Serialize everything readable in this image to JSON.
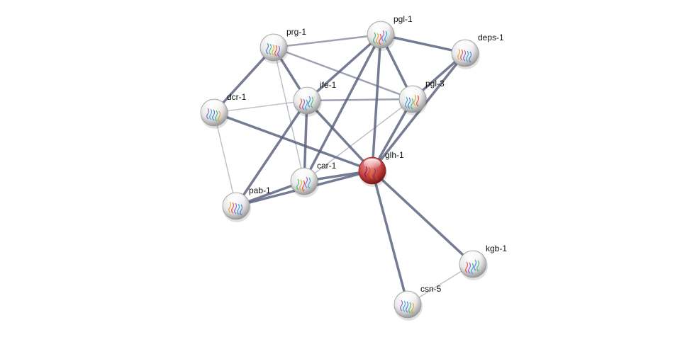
{
  "network": {
    "query_node": "glh-1",
    "colors": {
      "edge": "#5c6480",
      "node": "#e6e6e6",
      "query_node": "#c23a3a"
    },
    "nodes": [
      {
        "id": "prg-1",
        "label": "prg-1"
      },
      {
        "id": "pgl-1",
        "label": "pgl-1"
      },
      {
        "id": "deps-1",
        "label": "deps-1"
      },
      {
        "id": "ife-1",
        "label": "ife-1"
      },
      {
        "id": "dcr-1",
        "label": "dcr-1"
      },
      {
        "id": "pgl-3",
        "label": "pgl-3"
      },
      {
        "id": "glh-1",
        "label": "glh-1"
      },
      {
        "id": "car-1",
        "label": "car-1"
      },
      {
        "id": "pab-1",
        "label": "pab-1"
      },
      {
        "id": "kgb-1",
        "label": "kgb-1"
      },
      {
        "id": "csn-5",
        "label": "csn-5"
      }
    ],
    "edges": [
      {
        "source": "prg-1",
        "target": "pgl-1",
        "strength": "medium"
      },
      {
        "source": "prg-1",
        "target": "pgl-3",
        "strength": "medium"
      },
      {
        "source": "prg-1",
        "target": "ife-1",
        "strength": "high"
      },
      {
        "source": "prg-1",
        "target": "dcr-1",
        "strength": "high"
      },
      {
        "source": "prg-1",
        "target": "car-1",
        "strength": "low"
      },
      {
        "source": "pgl-1",
        "target": "deps-1",
        "strength": "high"
      },
      {
        "source": "pgl-1",
        "target": "pgl-3",
        "strength": "high"
      },
      {
        "source": "pgl-1",
        "target": "ife-1",
        "strength": "high"
      },
      {
        "source": "pgl-1",
        "target": "glh-1",
        "strength": "high"
      },
      {
        "source": "pgl-1",
        "target": "car-1",
        "strength": "high"
      },
      {
        "source": "deps-1",
        "target": "pgl-3",
        "strength": "high"
      },
      {
        "source": "deps-1",
        "target": "glh-1",
        "strength": "high"
      },
      {
        "source": "ife-1",
        "target": "pgl-3",
        "strength": "medium"
      },
      {
        "source": "ife-1",
        "target": "dcr-1",
        "strength": "low"
      },
      {
        "source": "ife-1",
        "target": "glh-1",
        "strength": "high"
      },
      {
        "source": "ife-1",
        "target": "car-1",
        "strength": "high"
      },
      {
        "source": "ife-1",
        "target": "pab-1",
        "strength": "high"
      },
      {
        "source": "pgl-3",
        "target": "glh-1",
        "strength": "high"
      },
      {
        "source": "pgl-3",
        "target": "car-1",
        "strength": "low"
      },
      {
        "source": "dcr-1",
        "target": "glh-1",
        "strength": "high"
      },
      {
        "source": "dcr-1",
        "target": "pab-1",
        "strength": "low"
      },
      {
        "source": "car-1",
        "target": "pab-1",
        "strength": "high"
      },
      {
        "source": "car-1",
        "target": "glh-1",
        "strength": "high"
      },
      {
        "source": "pab-1",
        "target": "glh-1",
        "strength": "high"
      },
      {
        "source": "glh-1",
        "target": "kgb-1",
        "strength": "high"
      },
      {
        "source": "glh-1",
        "target": "csn-5",
        "strength": "high"
      },
      {
        "source": "kgb-1",
        "target": "csn-5",
        "strength": "low"
      }
    ]
  }
}
